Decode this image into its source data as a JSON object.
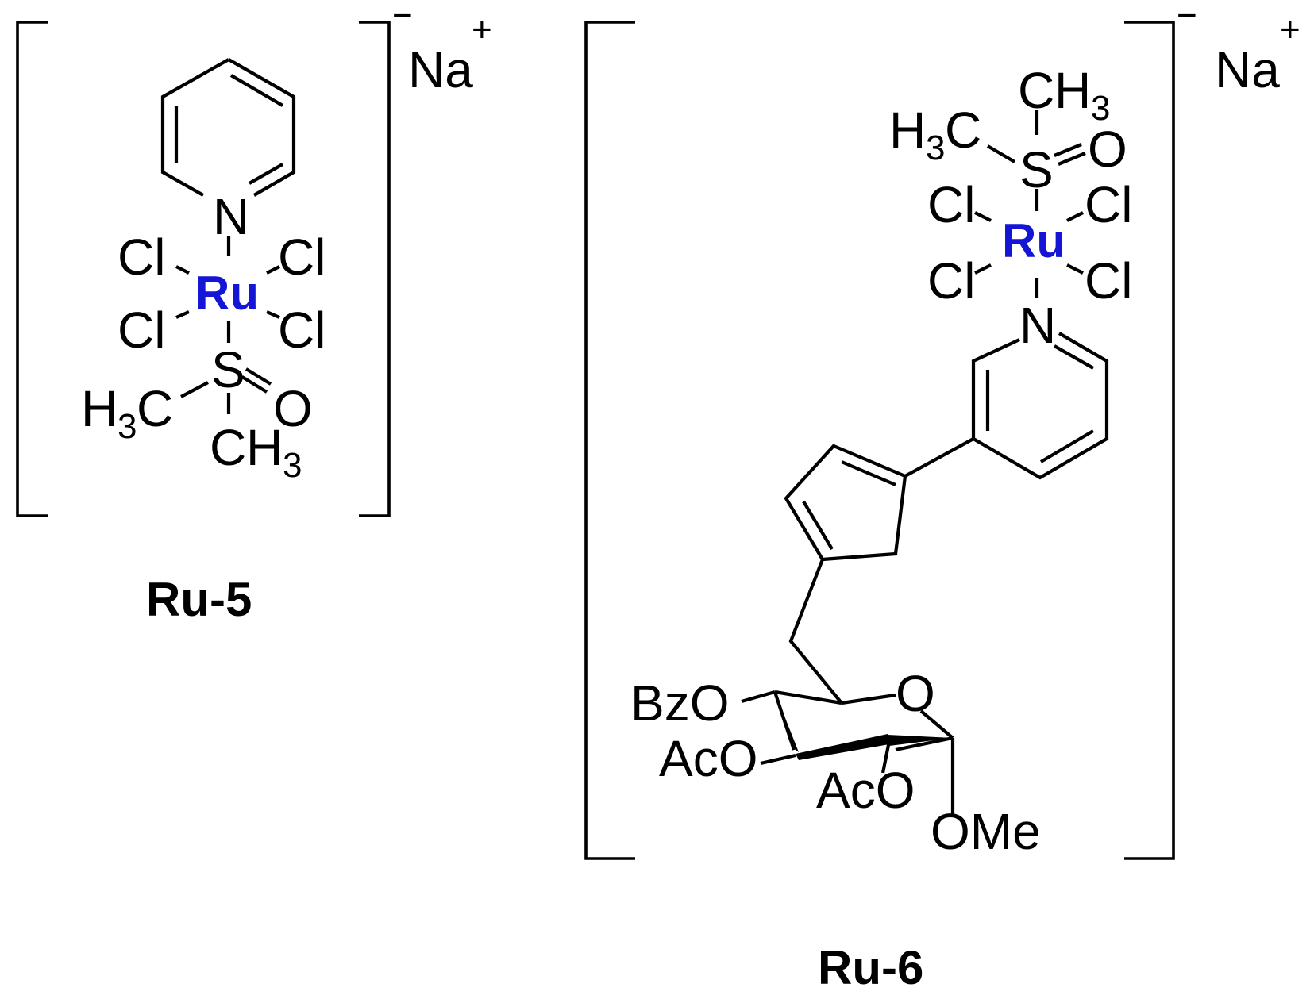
{
  "structures": [
    {
      "id": "ru5",
      "label": "Ru-5",
      "metal": "Ru",
      "cation": "Na",
      "cation_charge": "+",
      "anion_charge": "−",
      "atoms": {
        "N": "N",
        "Cl": "Cl",
        "S": "S",
        "O": "O",
        "C": "C",
        "H": "H",
        "three": "3"
      }
    },
    {
      "id": "ru6",
      "label": "Ru-6",
      "metal": "Ru",
      "cation": "Na",
      "cation_charge": "+",
      "anion_charge": "−",
      "substituents": {
        "bzo": "BzO",
        "aco": "AcO",
        "ome": "OMe",
        "ring_o": "O"
      },
      "atoms": {
        "N": "N",
        "Cl": "Cl",
        "S": "S",
        "O": "O",
        "C": "C",
        "H": "H",
        "three": "3"
      }
    }
  ],
  "colors": {
    "metal": "#1515d6",
    "bonds": "#000000"
  }
}
